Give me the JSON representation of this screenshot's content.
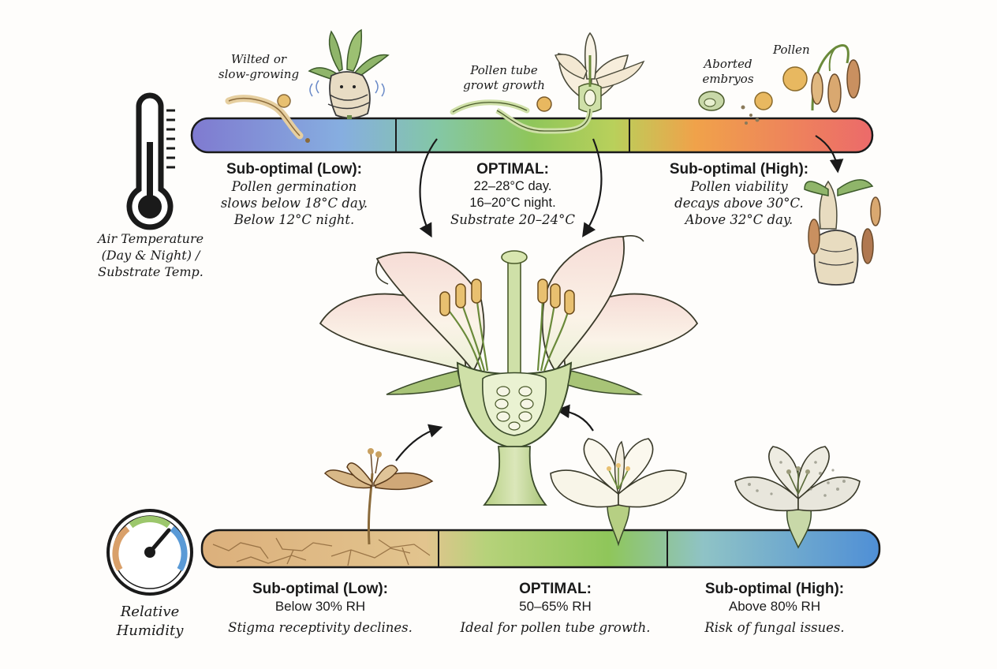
{
  "colors": {
    "cold": "#7f7ad0",
    "cool": "#86aee0",
    "optimal_green": "#8fc65a",
    "warm": "#f0a24a",
    "hot": "#ec6a6a",
    "dry": "#dcb07c",
    "humid_blue": "#4f8fd6",
    "ink": "#1a1a1a"
  },
  "icons": {
    "thermometer": "thermometer-icon",
    "humidity_gauge": "humidity-gauge-icon"
  },
  "temperature": {
    "axis_label": [
      "Air Temperature",
      "(Day & Night) /",
      "Substrate Temp."
    ],
    "illustration_labels": {
      "wilted": [
        "Wilted or",
        "slow-growing"
      ],
      "pollen_tube": [
        "Pollen tube",
        "growt growth"
      ],
      "aborted": [
        "Aborted",
        "embryos"
      ],
      "pollen": "Pollen"
    },
    "zones": {
      "low": {
        "title": "Sub-optimal (Low):",
        "lines": [
          "Pollen germination",
          "slows below 18°C day.",
          "Below 12°C night."
        ]
      },
      "optimal": {
        "title": "OPTIMAL:",
        "lines": [
          "22–28°C day.",
          "16–20°C night.",
          "Substrate 20–24°C"
        ]
      },
      "high": {
        "title": "Sub-optimal (High):",
        "lines": [
          "Pollen viability",
          "decays above 30°C.",
          "Above 32°C day."
        ]
      }
    }
  },
  "humidity": {
    "axis_label": [
      "Relative",
      "Humidity"
    ],
    "zones": {
      "low": {
        "title": "Sub-optimal (Low):",
        "value": "Below 30% RH",
        "note": "Stigma receptivity declines."
      },
      "optimal": {
        "title": "OPTIMAL:",
        "value": "50–65% RH",
        "note": "Ideal for pollen tube growth."
      },
      "high": {
        "title": "Sub-optimal (High):",
        "value": "Above 80% RH",
        "note": "Risk of fungal issues."
      }
    }
  }
}
